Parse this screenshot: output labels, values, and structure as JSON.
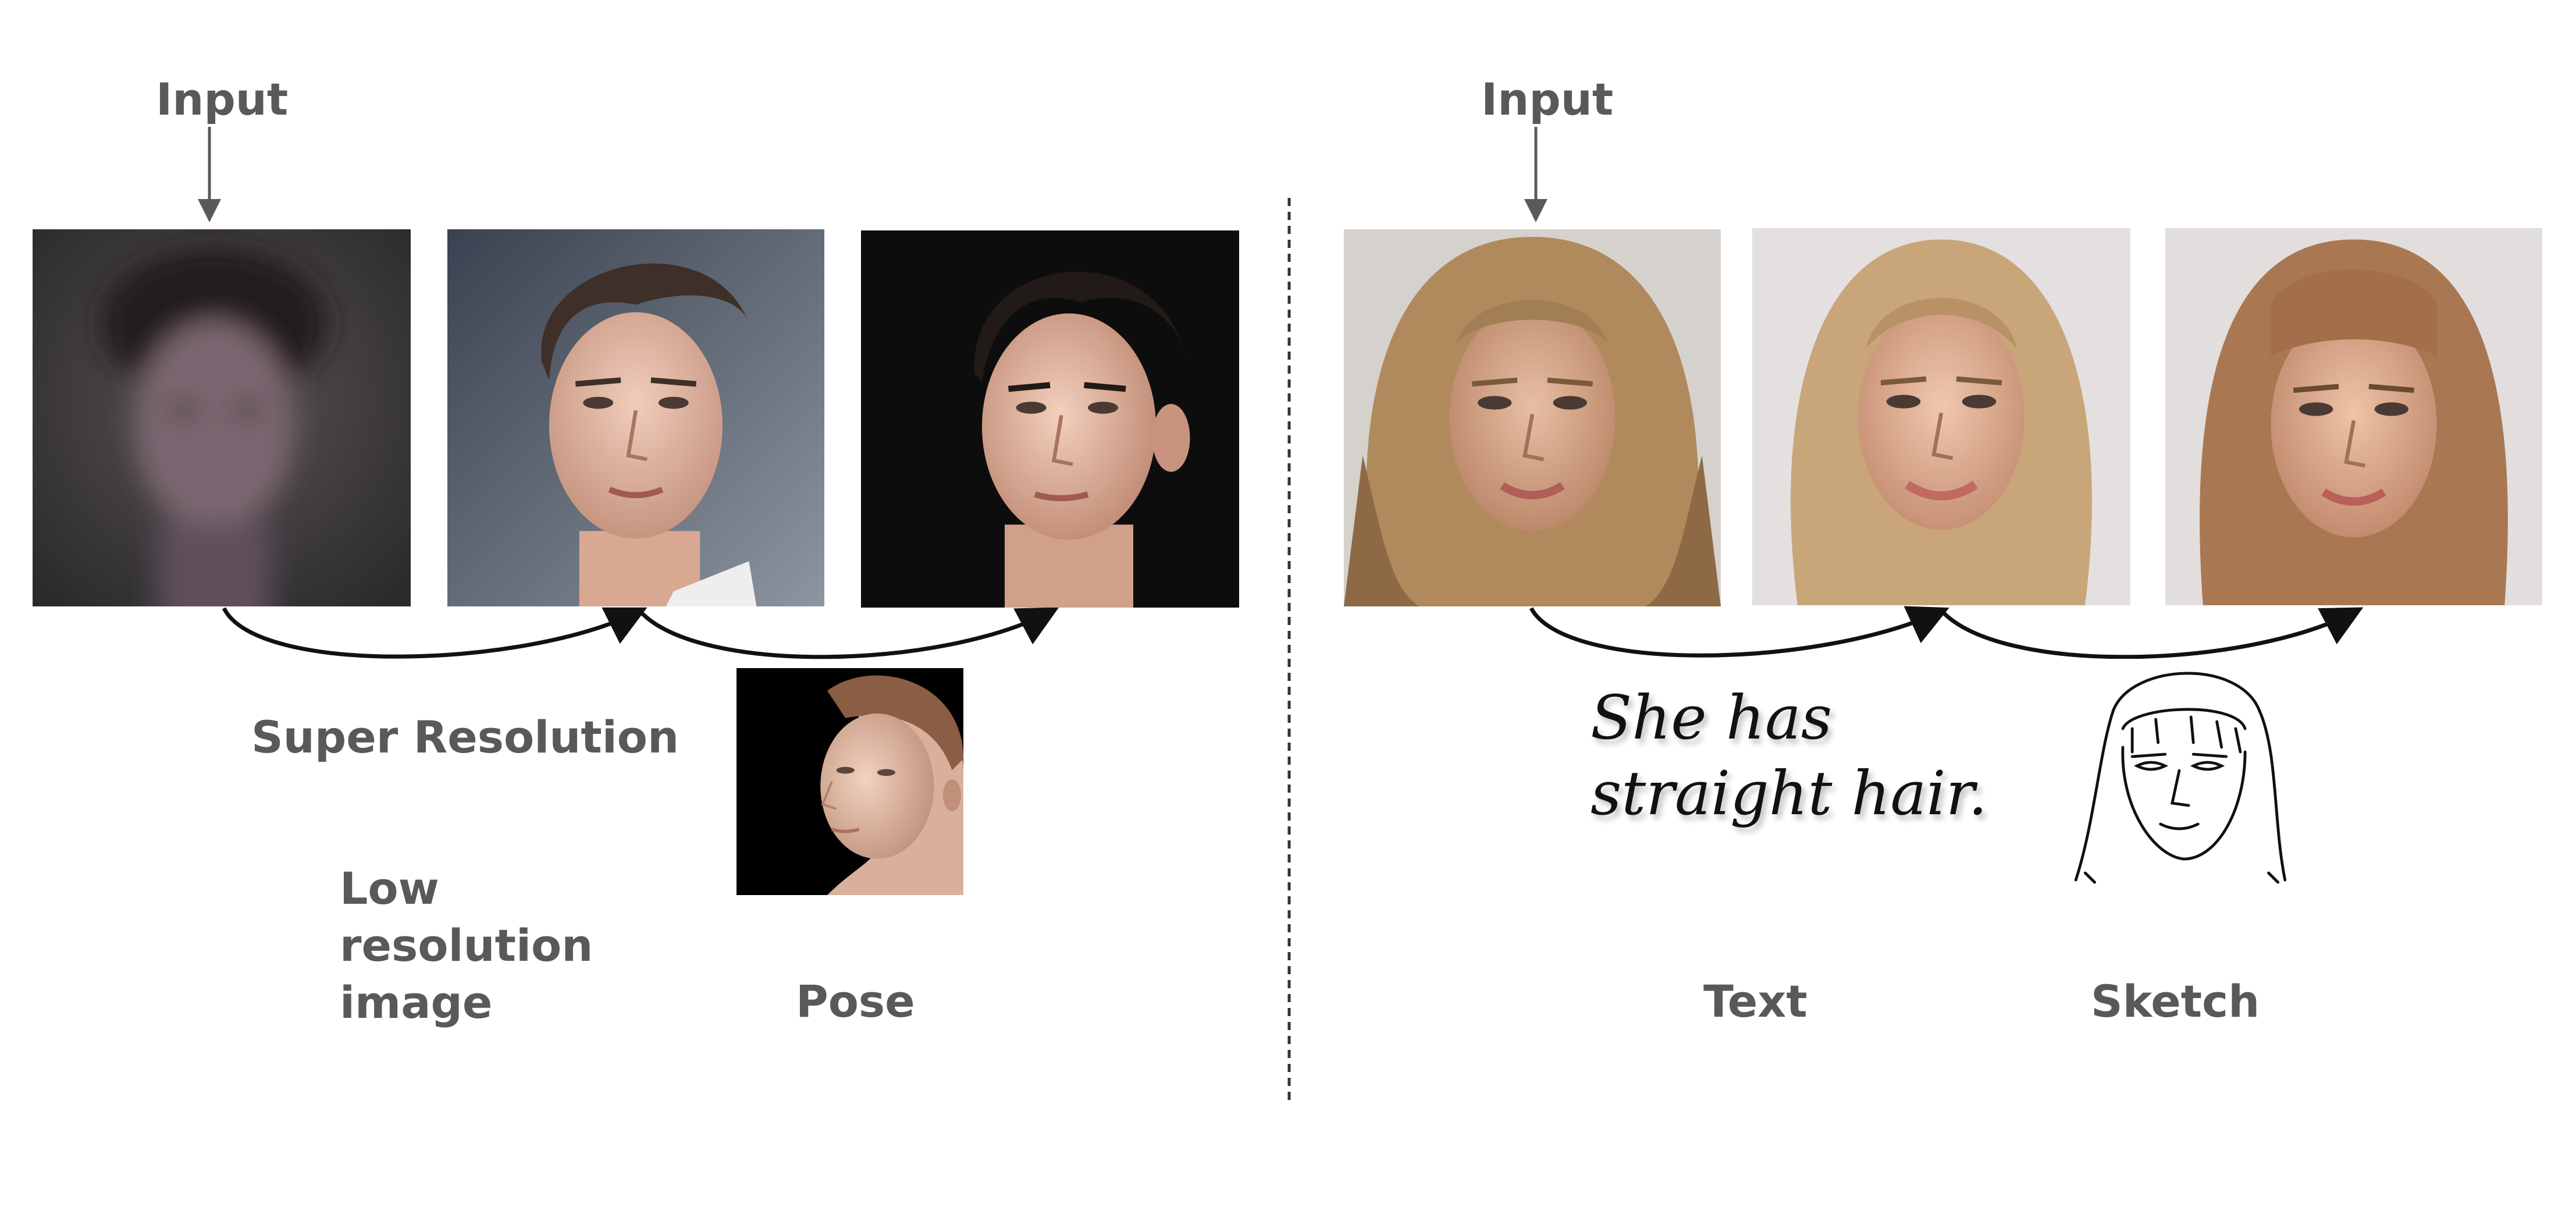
{
  "left_panel": {
    "input_label": "Input",
    "task_label": "Super Resolution",
    "condition_1_label": [
      "Low",
      "resolution",
      "image"
    ],
    "condition_2_label": "Pose",
    "images": [
      "low-resolution-face",
      "super-resolved-face",
      "pose-edited-face",
      "pose-reference-3d-face"
    ]
  },
  "right_panel": {
    "input_label": "Input",
    "text_condition": [
      "She has",
      "straight hair."
    ],
    "condition_1_label": "Text",
    "condition_2_label": "Sketch",
    "images": [
      "input-face",
      "text-edited-face",
      "sketch-edited-face",
      "face-sketch"
    ]
  },
  "colors": {
    "label_text": "#595959",
    "arrow": "#111111",
    "divider": "#333333"
  }
}
